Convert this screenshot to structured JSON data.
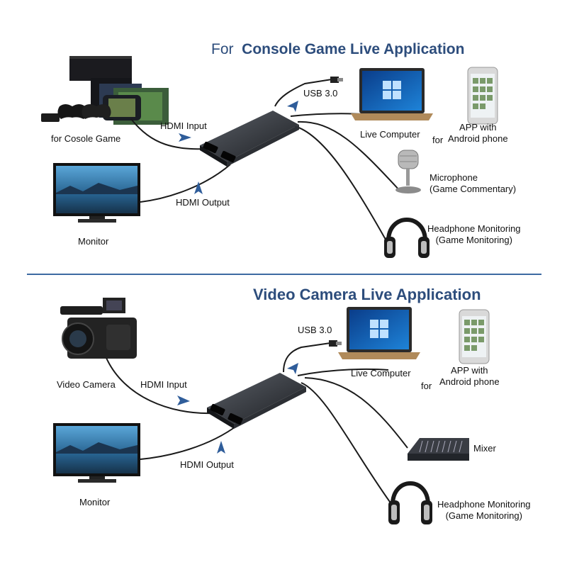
{
  "colors": {
    "title": "#2d4d7c",
    "divider": "#3d6aa2",
    "arrow": "#2f5d9a",
    "device": "#2b2e33"
  },
  "top": {
    "title_prefix": "For",
    "title_main": "Console Game Live Application",
    "labels": {
      "console": "for Cosole Game",
      "hdmi_input": "HDMI Input",
      "hdmi_output": "HDMI Output",
      "monitor": "Monitor",
      "usb": "USB 3.0",
      "live_computer": "Live Computer",
      "for": "for",
      "app": "APP with\nAndroid phone",
      "microphone": "Microphone\n(Game Commentary)",
      "headphone": "Headphone Monitoring\n(Game Monitoring)"
    }
  },
  "bottom": {
    "title": "Video Camera Live Application",
    "labels": {
      "camera": "Video Camera",
      "hdmi_input": "HDMI Input",
      "hdmi_output": "HDMI Output",
      "monitor": "Monitor",
      "usb": "USB 3.0",
      "live_computer": "Live Computer",
      "for": "for",
      "app": "APP with\nAndroid phone",
      "mixer": "Mixer",
      "headphone": "Headphone Monitoring\n(Game Monitoring)"
    }
  }
}
